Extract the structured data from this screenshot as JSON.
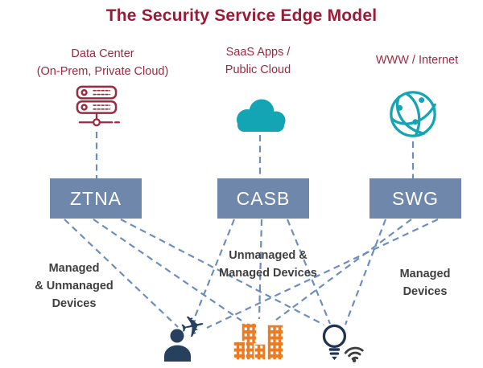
{
  "title": "The Security Service Edge Model",
  "columns": [
    {
      "label_line1": "Data Center",
      "label_line2": "(On-Prem, Private Cloud)",
      "icon": "server-icon"
    },
    {
      "label_line1": "SaaS Apps /",
      "label_line2": "Public Cloud",
      "icon": "cloud-icon"
    },
    {
      "label_line1": "WWW / Internet",
      "icon": "globe-icon"
    }
  ],
  "services": [
    {
      "label": "ZTNA"
    },
    {
      "label": "CASB"
    },
    {
      "label": "SWG"
    }
  ],
  "device_groups": [
    {
      "line1": "Managed",
      "line2": "& Unmanaged",
      "line3": "Devices",
      "icon": "traveler-icon"
    },
    {
      "line1": "Unmanaged &",
      "line2": "Managed Devices",
      "icon": "buildings-icon"
    },
    {
      "line1": "Managed",
      "line2": "Devices",
      "icon": "lightbulb-wifi-icon"
    }
  ],
  "colors": {
    "title_red": "#9B1B36",
    "label_red": "#9A2B40",
    "teal": "#14A5B4",
    "service_box_blue": "#6E87AB",
    "connector_blue": "#6C8EBF",
    "building_orange": "#EE7B22",
    "device_navy": "#27405E",
    "device_text_gray": "#3F3F3F"
  }
}
